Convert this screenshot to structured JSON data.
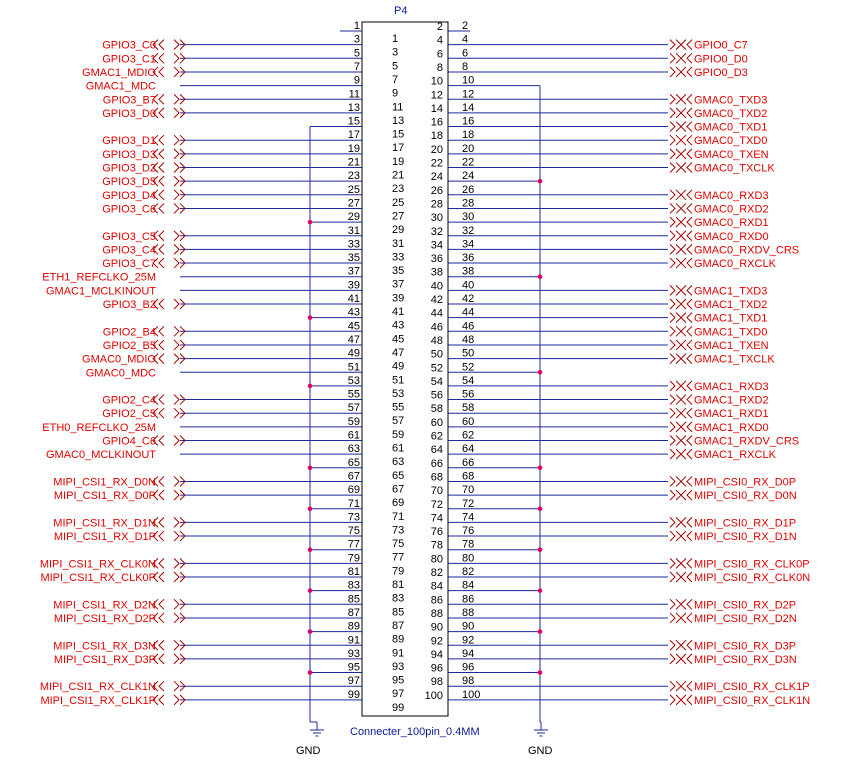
{
  "connector": {
    "ref": "P4",
    "value": "Connecter_100pin_0.4MM",
    "gnd_label": "GND"
  },
  "left_inner_numbers": [
    1,
    3,
    5,
    7,
    9,
    11,
    13,
    15,
    17,
    19,
    21,
    23,
    25,
    27,
    29,
    31,
    33,
    35,
    37,
    39,
    41,
    43,
    45,
    47,
    49,
    51,
    53,
    55,
    57,
    59,
    61,
    63,
    65,
    67,
    69,
    71,
    73,
    75,
    77,
    79,
    81,
    83,
    85,
    87,
    89,
    91,
    93,
    95,
    97,
    99
  ],
  "right_inner_numbers": [
    2,
    4,
    6,
    8,
    10,
    12,
    14,
    16,
    18,
    20,
    22,
    24,
    26,
    28,
    30,
    32,
    34,
    36,
    38,
    40,
    42,
    44,
    46,
    48,
    50,
    52,
    54,
    56,
    58,
    60,
    62,
    64,
    66,
    68,
    70,
    72,
    74,
    76,
    78,
    80,
    82,
    84,
    86,
    88,
    90,
    92,
    94,
    96,
    98,
    100
  ],
  "left_outer_numbers": [
    1,
    3,
    5,
    7,
    9,
    11,
    13,
    15,
    17,
    19,
    21,
    23,
    25,
    27,
    29,
    31,
    33,
    35,
    37,
    39,
    41,
    43,
    45,
    47,
    49,
    51,
    53,
    55,
    57,
    59,
    61,
    63,
    65,
    67,
    69,
    71,
    73,
    75,
    77,
    79,
    81,
    83,
    85,
    87,
    89,
    91,
    93,
    95,
    97,
    99
  ],
  "right_outer_numbers": [
    2,
    4,
    6,
    8,
    10,
    12,
    14,
    16,
    18,
    20,
    22,
    24,
    26,
    28,
    30,
    32,
    34,
    36,
    38,
    40,
    42,
    44,
    46,
    48,
    50,
    52,
    54,
    56,
    58,
    60,
    62,
    64,
    66,
    68,
    70,
    72,
    74,
    76,
    78,
    80,
    82,
    84,
    86,
    88,
    90,
    92,
    94,
    96,
    98,
    100
  ],
  "left_nets": [
    {
      "pin": 3,
      "name": "GPIO3_C0",
      "port": true
    },
    {
      "pin": 5,
      "name": "GPIO3_C1",
      "port": true
    },
    {
      "pin": 7,
      "name": "GMAC1_MDIO",
      "port": true
    },
    {
      "pin": 9,
      "name": "GMAC1_MDC",
      "port": false
    },
    {
      "pin": 11,
      "name": "GPIO3_B7",
      "port": true
    },
    {
      "pin": 13,
      "name": "GPIO3_D0",
      "port": true
    },
    {
      "pin": 17,
      "name": "GPIO3_D1",
      "port": true
    },
    {
      "pin": 19,
      "name": "GPIO3_D3",
      "port": true
    },
    {
      "pin": 21,
      "name": "GPIO3_D2",
      "port": true
    },
    {
      "pin": 23,
      "name": "GPIO3_D5",
      "port": true
    },
    {
      "pin": 25,
      "name": "GPIO3_D4",
      "port": true
    },
    {
      "pin": 27,
      "name": "GPIO3_C6",
      "port": true
    },
    {
      "pin": 31,
      "name": "GPIO3_C5",
      "port": true
    },
    {
      "pin": 33,
      "name": "GPIO3_C4",
      "port": true
    },
    {
      "pin": 35,
      "name": "GPIO3_C7",
      "port": true
    },
    {
      "pin": 37,
      "name": "ETH1_REFCLKO_25M",
      "port": false
    },
    {
      "pin": 39,
      "name": "GMAC1_MCLKINOUT",
      "port": false
    },
    {
      "pin": 41,
      "name": "GPIO3_B2",
      "port": true
    },
    {
      "pin": 45,
      "name": "GPIO2_B4",
      "port": true
    },
    {
      "pin": 47,
      "name": "GPIO2_B5",
      "port": true
    },
    {
      "pin": 49,
      "name": "GMAC0_MDIO",
      "port": true
    },
    {
      "pin": 51,
      "name": "GMAC0_MDC",
      "port": false
    },
    {
      "pin": 55,
      "name": "GPIO2_C4",
      "port": true
    },
    {
      "pin": 57,
      "name": "GPIO2_C5",
      "port": true
    },
    {
      "pin": 59,
      "name": "ETH0_REFCLKO_25M",
      "port": false
    },
    {
      "pin": 61,
      "name": "GPIO4_C6",
      "port": true
    },
    {
      "pin": 63,
      "name": "GMAC0_MCLKINOUT",
      "port": false
    },
    {
      "pin": 67,
      "name": "MIPI_CSI1_RX_D0N",
      "port": true
    },
    {
      "pin": 69,
      "name": "MIPI_CSI1_RX_D0P",
      "port": true
    },
    {
      "pin": 73,
      "name": "MIPI_CSI1_RX_D1N",
      "port": true
    },
    {
      "pin": 75,
      "name": "MIPI_CSI1_RX_D1P",
      "port": true
    },
    {
      "pin": 79,
      "name": "MIPI_CSI1_RX_CLK0N",
      "port": true
    },
    {
      "pin": 81,
      "name": "MIPI_CSI1_RX_CLK0P",
      "port": true
    },
    {
      "pin": 85,
      "name": "MIPI_CSI1_RX_D2N",
      "port": true
    },
    {
      "pin": 87,
      "name": "MIPI_CSI1_RX_D2P",
      "port": true
    },
    {
      "pin": 91,
      "name": "MIPI_CSI1_RX_D3N",
      "port": true
    },
    {
      "pin": 93,
      "name": "MIPI_CSI1_RX_D3P",
      "port": true
    },
    {
      "pin": 97,
      "name": "MIPI_CSI1_RX_CLK1N",
      "port": true
    },
    {
      "pin": 99,
      "name": "MIPI_CSI1_RX_CLK1P",
      "port": true
    }
  ],
  "right_nets": [
    {
      "pin": 4,
      "name": "GPIO0_C7",
      "port": true
    },
    {
      "pin": 6,
      "name": "GPIO0_D0",
      "port": true
    },
    {
      "pin": 8,
      "name": "GPIO0_D3",
      "port": true
    },
    {
      "pin": 12,
      "name": "GMAC0_TXD3",
      "port": true
    },
    {
      "pin": 14,
      "name": "GMAC0_TXD2",
      "port": true
    },
    {
      "pin": 16,
      "name": "GMAC0_TXD1",
      "port": true
    },
    {
      "pin": 18,
      "name": "GMAC0_TXD0",
      "port": true
    },
    {
      "pin": 20,
      "name": "GMAC0_TXEN",
      "port": true
    },
    {
      "pin": 22,
      "name": "GMAC0_TXCLK",
      "port": true
    },
    {
      "pin": 26,
      "name": "GMAC0_RXD3",
      "port": true
    },
    {
      "pin": 28,
      "name": "GMAC0_RXD2",
      "port": true
    },
    {
      "pin": 30,
      "name": "GMAC0_RXD1",
      "port": true
    },
    {
      "pin": 32,
      "name": "GMAC0_RXD0",
      "port": true
    },
    {
      "pin": 34,
      "name": "GMAC0_RXDV_CRS",
      "port": true
    },
    {
      "pin": 36,
      "name": "GMAC0_RXCLK",
      "port": true
    },
    {
      "pin": 40,
      "name": "GMAC1_TXD3",
      "port": true
    },
    {
      "pin": 42,
      "name": "GMAC1_TXD2",
      "port": true
    },
    {
      "pin": 44,
      "name": "GMAC1_TXD1",
      "port": true
    },
    {
      "pin": 46,
      "name": "GMAC1_TXD0",
      "port": true
    },
    {
      "pin": 48,
      "name": "GMAC1_TXEN",
      "port": true
    },
    {
      "pin": 50,
      "name": "GMAC1_TXCLK",
      "port": true
    },
    {
      "pin": 54,
      "name": "GMAC1_RXD3",
      "port": true
    },
    {
      "pin": 56,
      "name": "GMAC1_RXD2",
      "port": true
    },
    {
      "pin": 58,
      "name": "GMAC1_RXD1",
      "port": true
    },
    {
      "pin": 60,
      "name": "GMAC1_RXD0",
      "port": true
    },
    {
      "pin": 62,
      "name": "GMAC1_RXDV_CRS",
      "port": true
    },
    {
      "pin": 64,
      "name": "GMAC1_RXCLK",
      "port": true
    },
    {
      "pin": 68,
      "name": "MIPI_CSI0_RX_D0P",
      "port": true
    },
    {
      "pin": 70,
      "name": "MIPI_CSI0_RX_D0N",
      "port": true
    },
    {
      "pin": 74,
      "name": "MIPI_CSI0_RX_D1P",
      "port": true
    },
    {
      "pin": 76,
      "name": "MIPI_CSI0_RX_D1N",
      "port": true
    },
    {
      "pin": 80,
      "name": "MIPI_CSI0_RX_CLK0P",
      "port": true
    },
    {
      "pin": 82,
      "name": "MIPI_CSI0_RX_CLK0N",
      "port": true
    },
    {
      "pin": 86,
      "name": "MIPI_CSI0_RX_D2P",
      "port": true
    },
    {
      "pin": 88,
      "name": "MIPI_CSI0_RX_D2N",
      "port": true
    },
    {
      "pin": 92,
      "name": "MIPI_CSI0_RX_D3P",
      "port": true
    },
    {
      "pin": 94,
      "name": "MIPI_CSI0_RX_D3N",
      "port": true
    },
    {
      "pin": 98,
      "name": "MIPI_CSI0_RX_CLK1P",
      "port": true
    },
    {
      "pin": 100,
      "name": "MIPI_CSI0_RX_CLK1N",
      "port": true
    }
  ],
  "left_gnd_pins": [
    15,
    29,
    43,
    53,
    65,
    71,
    77,
    83,
    89,
    95
  ],
  "right_gnd_pins": [
    10,
    24,
    38,
    52,
    66,
    72,
    78,
    84,
    90,
    96
  ],
  "left_dot_pins": [
    29,
    43,
    53,
    65,
    71,
    77,
    83,
    89,
    95
  ],
  "right_dot_pins": [
    24,
    38,
    52,
    66,
    72,
    78,
    84,
    90,
    96
  ]
}
